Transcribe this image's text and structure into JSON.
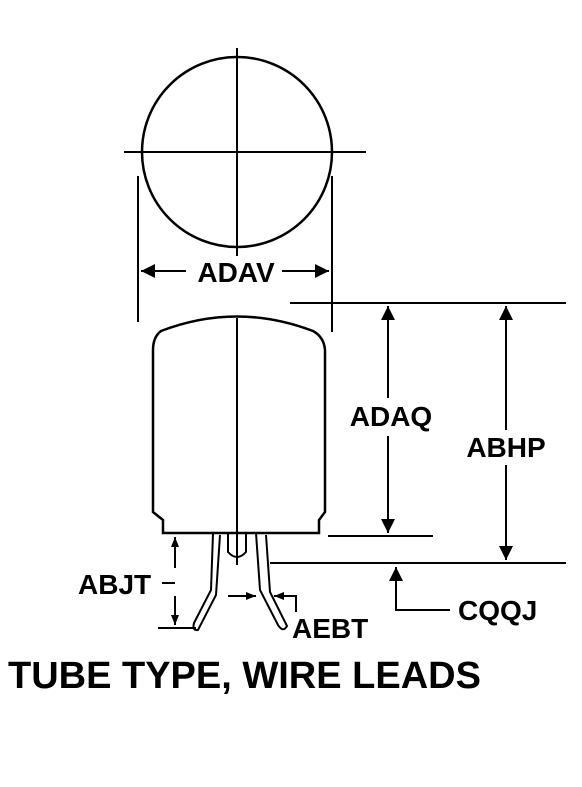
{
  "diagram": {
    "caption": "TUBE TYPE, WIRE LEADS",
    "labels": {
      "adav": "ADAV",
      "adaq": "ADAQ",
      "abhp": "ABHP",
      "abjt": "ABJT",
      "aebt": "AEBT",
      "cqqj": "CQQJ"
    }
  }
}
